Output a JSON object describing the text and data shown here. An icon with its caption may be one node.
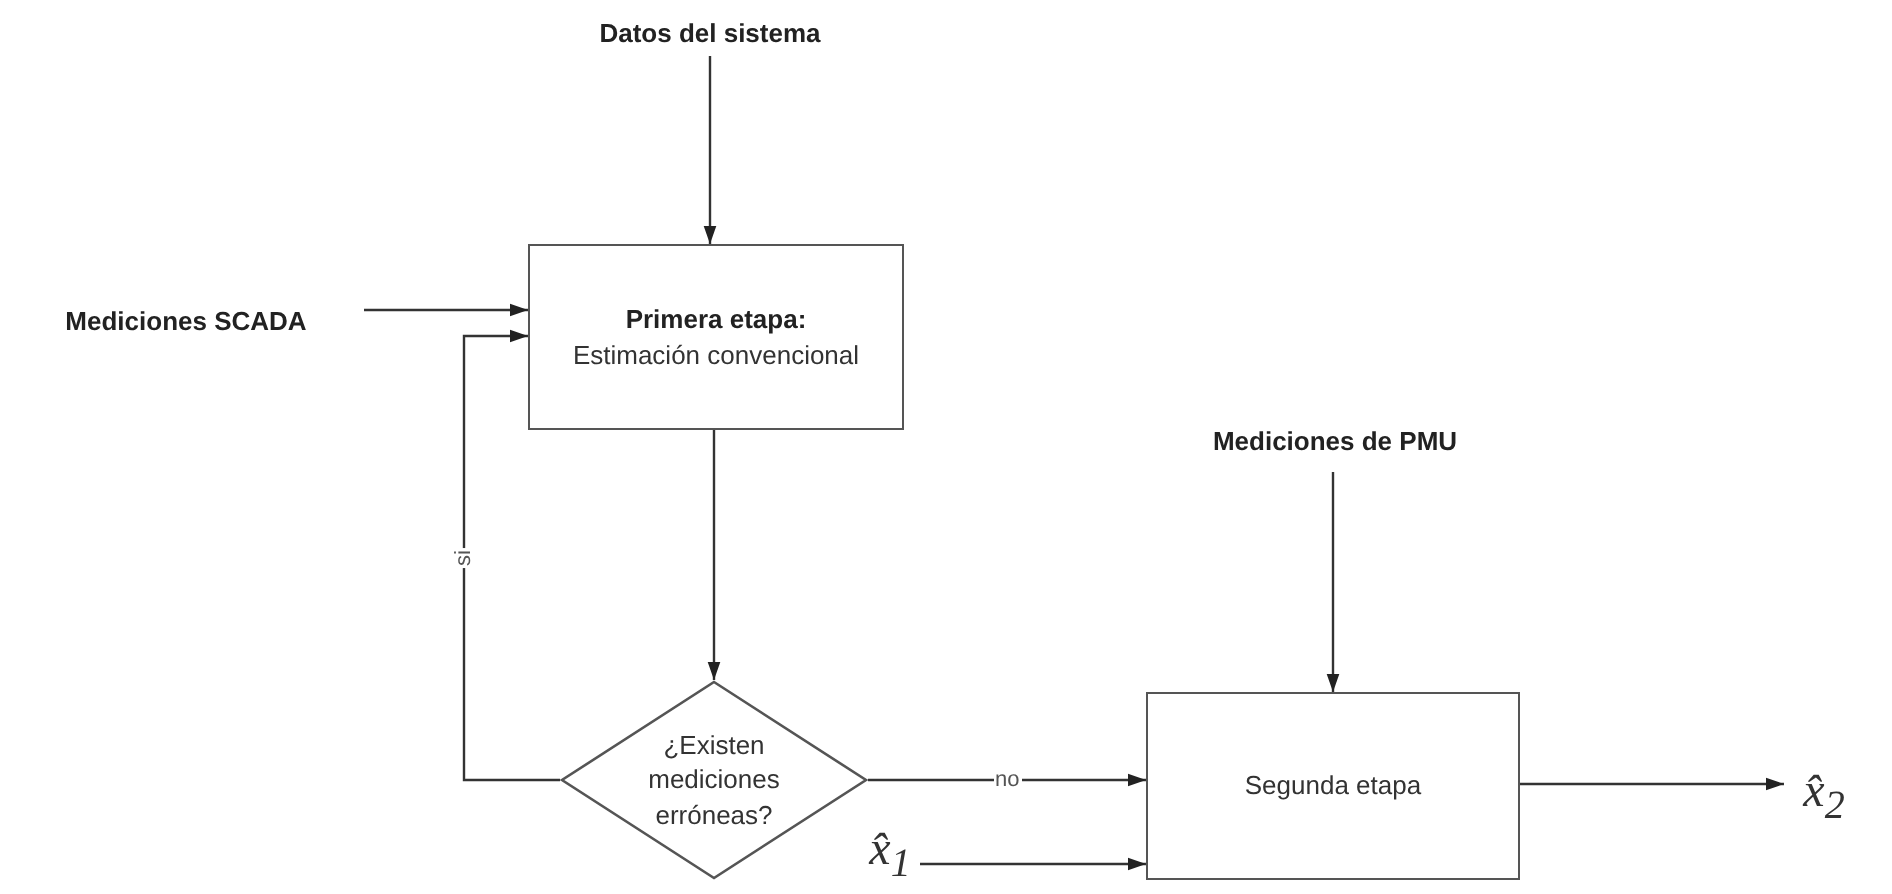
{
  "diagram": {
    "nodes": [
      {
        "text": [
          "Datos del sistema"
        ]
      },
      {
        "text": [
          "Mediciones SCADA"
        ]
      },
      {
        "text": [
          "Primera etapa:",
          "Estimación convencional"
        ]
      },
      {
        "text": [
          "¿Existen mediciones erróneas?"
        ]
      },
      {
        "text": [
          "Mediciones de PMU"
        ]
      },
      {
        "text": [
          "Segunda etapa"
        ]
      },
      {
        "text": [
          "x̂$_{1}$"
        ]
      },
      {
        "text": [
          "x̂$_{2}$"
        ]
      }
    ],
    "edges": [
      {
        "from": 0,
        "to": 2,
        "arrow": "to"
      },
      {
        "from": 1,
        "to": 2,
        "arrow": "to"
      },
      {
        "from": 2,
        "to": 3,
        "arrow": "to"
      },
      {
        "from": 3,
        "to": 2,
        "arrow": "to",
        "label": "si"
      },
      {
        "from": 3,
        "to": 5,
        "arrow": "to",
        "label": "no"
      },
      {
        "from": 4,
        "to": 5,
        "arrow": "to"
      },
      {
        "from": 6,
        "to": 5,
        "arrow": "to"
      },
      {
        "from": 5,
        "to": 7,
        "arrow": "to"
      }
    ]
  }
}
